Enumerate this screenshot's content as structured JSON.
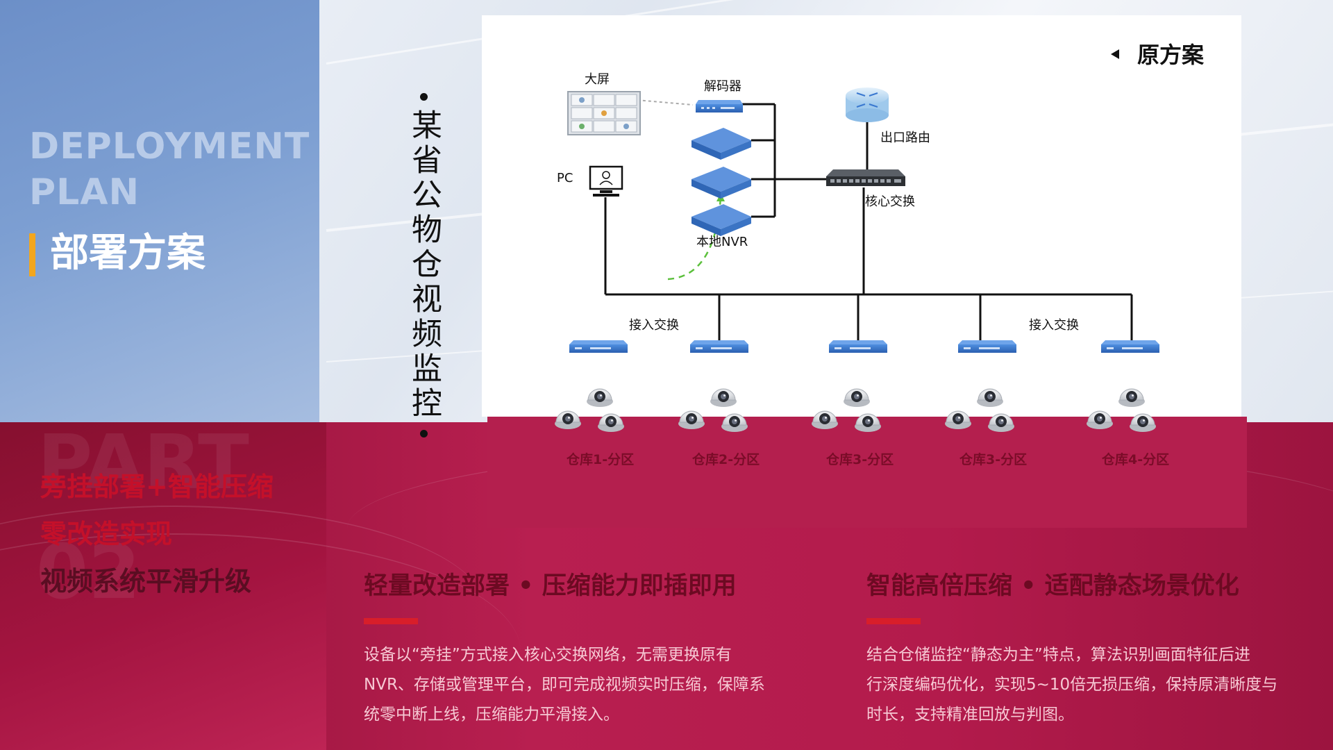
{
  "header": {
    "en_title_line1": "DEPLOYMENT",
    "en_title_line2": "PLAN",
    "cn_title": "部署方案"
  },
  "part": {
    "word": "PART",
    "number": "02"
  },
  "slogans": [
    "旁挂部署+智能压缩",
    "零改造实现",
    "视频系统平滑升级"
  ],
  "vertical_title": "某省公物仓视频监控",
  "diagram": {
    "scheme_label": "原方案",
    "labels": {
      "big_screen": "大屏",
      "decoder": "解码器",
      "pc": "PC",
      "local_nvr": "本地NVR",
      "egress_router": "出口路由",
      "core_switch": "核心交换",
      "access_switch_left": "接入交换",
      "access_switch_right": "接入交换"
    },
    "zones": [
      "仓库1-分区",
      "仓库2-分区",
      "仓库3-分区",
      "仓库3-分区",
      "仓库4-分区"
    ]
  },
  "features": [
    {
      "title": "轻量改造部署 • 压缩能力即插即用",
      "lines": [
        "设备以“旁挂”方式接入核心交换网络，无需更换原有",
        "NVR、存储或管理平台，即可完成视频实时压缩，保障系",
        "统零中断上线，压缩能力平滑接入。"
      ]
    },
    {
      "title": "智能高倍压缩 • 适配静态场景优化",
      "lines": [
        "结合仓储监控“静态为主”特点，算法识别画面特征后进",
        "行深度编码优化，实现5~10倍无损压缩，保持原清晰度与",
        "时长，支持精准回放与判图。"
      ]
    }
  ],
  "colors": {
    "accent_bar": "#f2a61e",
    "feature_bar": "#d81e2a",
    "switch_blue": "#3a78d0",
    "red_band": "#b31b4c"
  }
}
